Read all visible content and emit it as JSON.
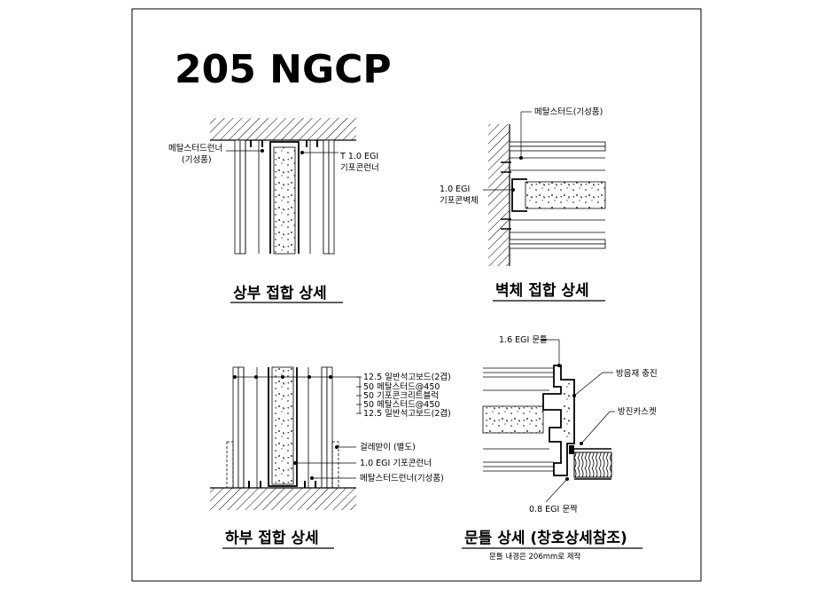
{
  "title": "205 NGCP",
  "details": {
    "top": {
      "caption": "상부 접합 상세",
      "labels": {
        "runner_line1": "메탈스터드런너",
        "runner_line2": "(기성품)",
        "egi_line1": "T 1.0 EGI",
        "egi_line2": "기포콘런너"
      }
    },
    "wall": {
      "caption": "벽체 접합 상세",
      "labels": {
        "stud": "메탈스터드(기성품)",
        "egi_line1": "1.0 EGI",
        "egi_line2": "기포콘벽체"
      }
    },
    "bottom": {
      "caption": "하부 접합 상세",
      "layers": [
        "12.5 일반석고보드(2겹)",
        "50    메탈스터드@450",
        "50    기포콘크리트블럭",
        "50    메탈스터드@450",
        "12.5 일반석고보드(2겹)"
      ],
      "labels": {
        "baseboard": "걸레받이 (별도)",
        "egi": "1.0 EGI 기포콘런너",
        "runner": "메탈스터드런너(기성품)"
      }
    },
    "door": {
      "caption": "문틀 상세 (창호상세참조)",
      "note": "문틀 내경은 206mm로 제작",
      "labels": {
        "frame": "1.6 EGI 문틀",
        "insulation": "방음재 충진",
        "gasket": "방진카스켓",
        "stop": "0.8 EGI 문짝"
      }
    }
  }
}
